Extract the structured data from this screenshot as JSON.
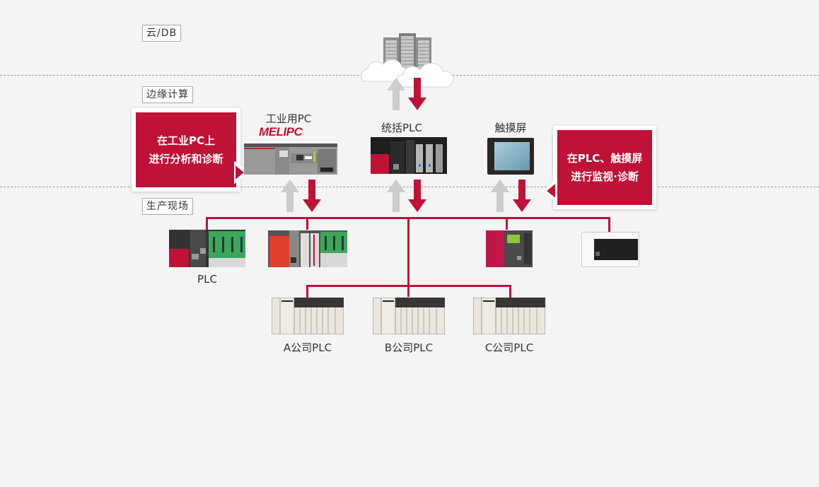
{
  "zones": {
    "cloud": "云/DB",
    "edge": "边缘计算",
    "field": "生产现场"
  },
  "edge_devices": {
    "ipc": {
      "label": "工业用PC",
      "brand": "MELIPC"
    },
    "master_plc": {
      "label": "统括PLC"
    },
    "hmi": {
      "label": "触摸屏"
    }
  },
  "callouts": {
    "left": {
      "line1": "在工业PC上",
      "line2": "进行分析和诊断"
    },
    "right": {
      "line1": "在PLC、触摸屏",
      "line2": "进行监视·诊断"
    }
  },
  "field_devices": {
    "plc_label": "PLC",
    "vendor_plcs": [
      "A公司PLC",
      "B公司PLC",
      "C公司PLC"
    ]
  },
  "colors": {
    "accent": "#c01236",
    "upload_arrow": "#cccccc",
    "background": "#f4f4f4"
  }
}
